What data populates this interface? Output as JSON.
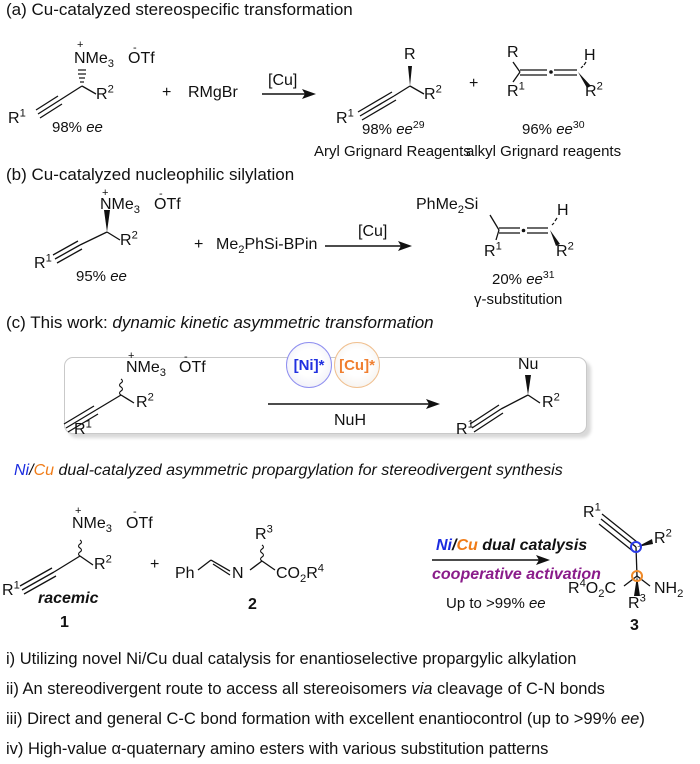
{
  "section_a": {
    "header": "(a) Cu-catalyzed stereospecific transformation",
    "substrate": {
      "amm": "NMe",
      "amm_sub": "3",
      "counter": "OTf",
      "plus": "+",
      "minus": "-",
      "r1": "R",
      "r1_sup": "1",
      "r2": "R",
      "r2_sup": "2",
      "ee": "98% ",
      "ee_it": "ee"
    },
    "plus": "+",
    "reagent": "RMgBr",
    "catalyst": "[Cu]",
    "product1": {
      "r": "R",
      "r1": "R",
      "r1_sup": "1",
      "r2": "R",
      "r2_sup": "2",
      "ee": "98% ",
      "ee_it": "ee",
      "ref": "29",
      "label": "Aryl Grignard Reagents"
    },
    "plus2": "+",
    "product2": {
      "r": "R",
      "h": "H",
      "r1": "R",
      "r1_sup": "1",
      "r2": "R",
      "r2_sup": "2",
      "ee": "96% ",
      "ee_it": "ee",
      "ref": "30",
      "label": "alkyl Grignard reagents"
    }
  },
  "section_b": {
    "header": "(b) Cu-catalyzed nucleophilic silylation",
    "substrate": {
      "amm": "NMe",
      "amm_sub": "3",
      "counter": "OTf",
      "plus": "+",
      "minus": "-",
      "r1": "R",
      "r1_sup": "1",
      "r2": "R",
      "r2_sup": "2",
      "ee": "95% ",
      "ee_it": "ee"
    },
    "plus": "+",
    "reagent_a": "Me",
    "reagent_sub": "2",
    "reagent_b": "PhSi-BPin",
    "catalyst": "[Cu]",
    "product": {
      "si_a": "PhMe",
      "si_sub": "2",
      "si_b": "Si",
      "h": "H",
      "r1": "R",
      "r1_sup": "1",
      "r2": "R",
      "r2_sup": "2",
      "ee": "20% ",
      "ee_it": "ee",
      "ref": "31",
      "label": "γ-substitution"
    }
  },
  "section_c": {
    "header_plain": "(c) This work: ",
    "header_italic": "dynamic kinetic asymmetric transformation",
    "box": {
      "substrate": {
        "amm": "NMe",
        "amm_sub": "3",
        "counter": "OTf",
        "plus": "+",
        "minus": "-",
        "r1": "R",
        "r1_sup": "1",
        "r2": "R",
        "r2_sup": "2"
      },
      "catalyst_ni": "[Ni]*",
      "catalyst_cu": "[Cu]*",
      "reagent": "NuH",
      "product": {
        "nu": "Nu",
        "r1": "R",
        "r1_sup": "1",
        "r2": "R",
        "r2_sup": "2"
      }
    },
    "tagline": {
      "ni": "Ni",
      "slash": "/",
      "cu": "Cu",
      "rest": " dual-catalyzed asymmetric propargylation for stereodivergent synthesis"
    },
    "scheme": {
      "substrate": {
        "amm": "NMe",
        "amm_sub": "3",
        "counter": "OTf",
        "plus": "+",
        "minus": "-",
        "r1": "R",
        "r1_sup": "1",
        "r2": "R",
        "r2_sup": "2",
        "label": "racemic",
        "number": "1"
      },
      "plus": "+",
      "imine": {
        "ph": "Ph",
        "n": "N",
        "r3": "R",
        "r3_sup": "3",
        "ester_a": "CO",
        "ester_sub": "2",
        "ester_b": "R",
        "ester_sup": "4",
        "number": "2"
      },
      "above_arrow": {
        "ni": "Ni",
        "slash": "/",
        "cu": "Cu",
        "rest": " dual catalysis"
      },
      "below_arrow": "cooperative activation",
      "ee_text": "Up to >99% ",
      "ee_it": "ee",
      "product": {
        "r1": "R",
        "r1_sup": "1",
        "r2": "R",
        "r2_sup": "2",
        "est_a": "R",
        "est_sup": "4",
        "est_b": "O",
        "est_sub": "2",
        "est_c": "C",
        "r3": "R",
        "r3_sup": "3",
        "nh": "NH",
        "nh_sub": "2",
        "number": "3"
      }
    },
    "colors": {
      "ni": "#1a2be0",
      "cu": "#f07c18",
      "cooperative": "#8a1c8a"
    }
  },
  "bullets": [
    {
      "text": "i)  Utilizing novel Ni/Cu dual catalysis for enantioselective propargylic alkylation"
    },
    {
      "pre": "ii) An stereodivergent route to access all stereoisomers ",
      "it": "via",
      "post": " cleavage of C-N bonds"
    },
    {
      "pre": "iii) Direct and general C-C bond formation with excellent enantiocontrol (up to >99% ",
      "it": "ee",
      "post": ")"
    },
    {
      "text": "iv) High-value α-quaternary amino esters with various substitution patterns"
    }
  ]
}
